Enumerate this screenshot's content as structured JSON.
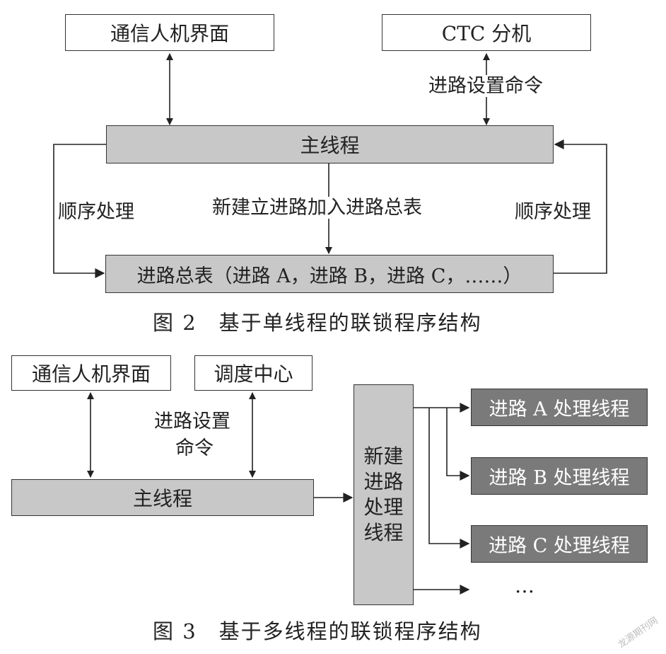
{
  "fig2": {
    "hmi_label": "通信人机界面",
    "ctc_label": "CTC 分机",
    "route_cmd_label": "进路设置命令",
    "main_thread_label": "主线程",
    "seq_left_label": "顺序处理",
    "seq_right_label": "顺序处理",
    "new_route_label": "新建立进路加入进路总表",
    "route_table_label": "进路总表（进路 A，进路 B，进路 C，……）",
    "caption": "图 2　基于单线程的联锁程序结构"
  },
  "fig3": {
    "hmi_label": "通信人机界面",
    "dispatch_label": "调度中心",
    "route_cmd_line1": "进路设置",
    "route_cmd_line2": "命令",
    "main_thread_label": "主线程",
    "new_route_thread_lines": [
      "新建",
      "进路",
      "处理",
      "线程"
    ],
    "thread_a_label": "进路 A 处理线程",
    "thread_b_label": "进路 B 处理线程",
    "thread_c_label": "进路 C 处理线程",
    "more_label": "…",
    "caption": "图 3　基于多线程的联锁程序结构"
  },
  "watermark": "龙源期刊网"
}
